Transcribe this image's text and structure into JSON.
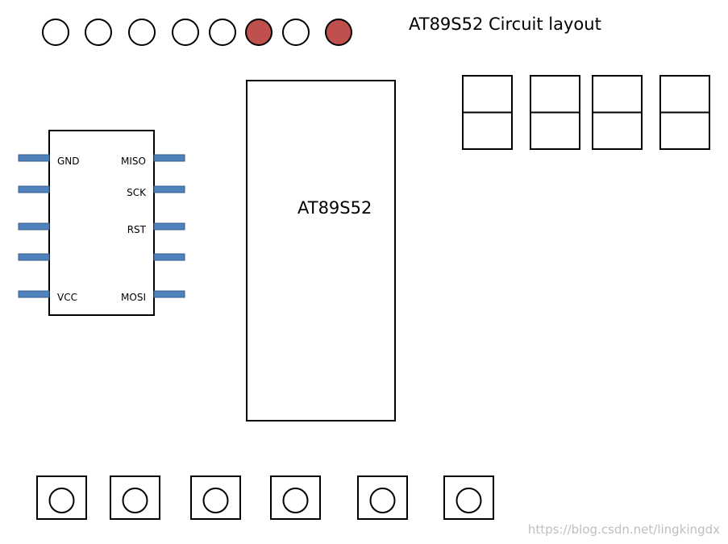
{
  "diagram": {
    "title": "AT89S52  Circuit layout",
    "mcu_label": "AT89S52",
    "led_states": [
      "off",
      "off",
      "off",
      "off",
      "off",
      "on",
      "off",
      "on"
    ],
    "led_on_color": "#c0504d",
    "led_off_color": "#ffffff",
    "isp_header": {
      "left_pins": [
        "GND",
        "",
        "",
        "",
        "VCC"
      ],
      "right_pins": [
        "MISO",
        "SCK",
        "RST",
        "",
        "MOSI"
      ],
      "pin_color": "#4f81bd",
      "pin_border_color": "#385d8a"
    },
    "seven_segment_digit_count": 4,
    "button_count": 6,
    "watermark": "https://blog.csdn.net/lingkingdx"
  }
}
